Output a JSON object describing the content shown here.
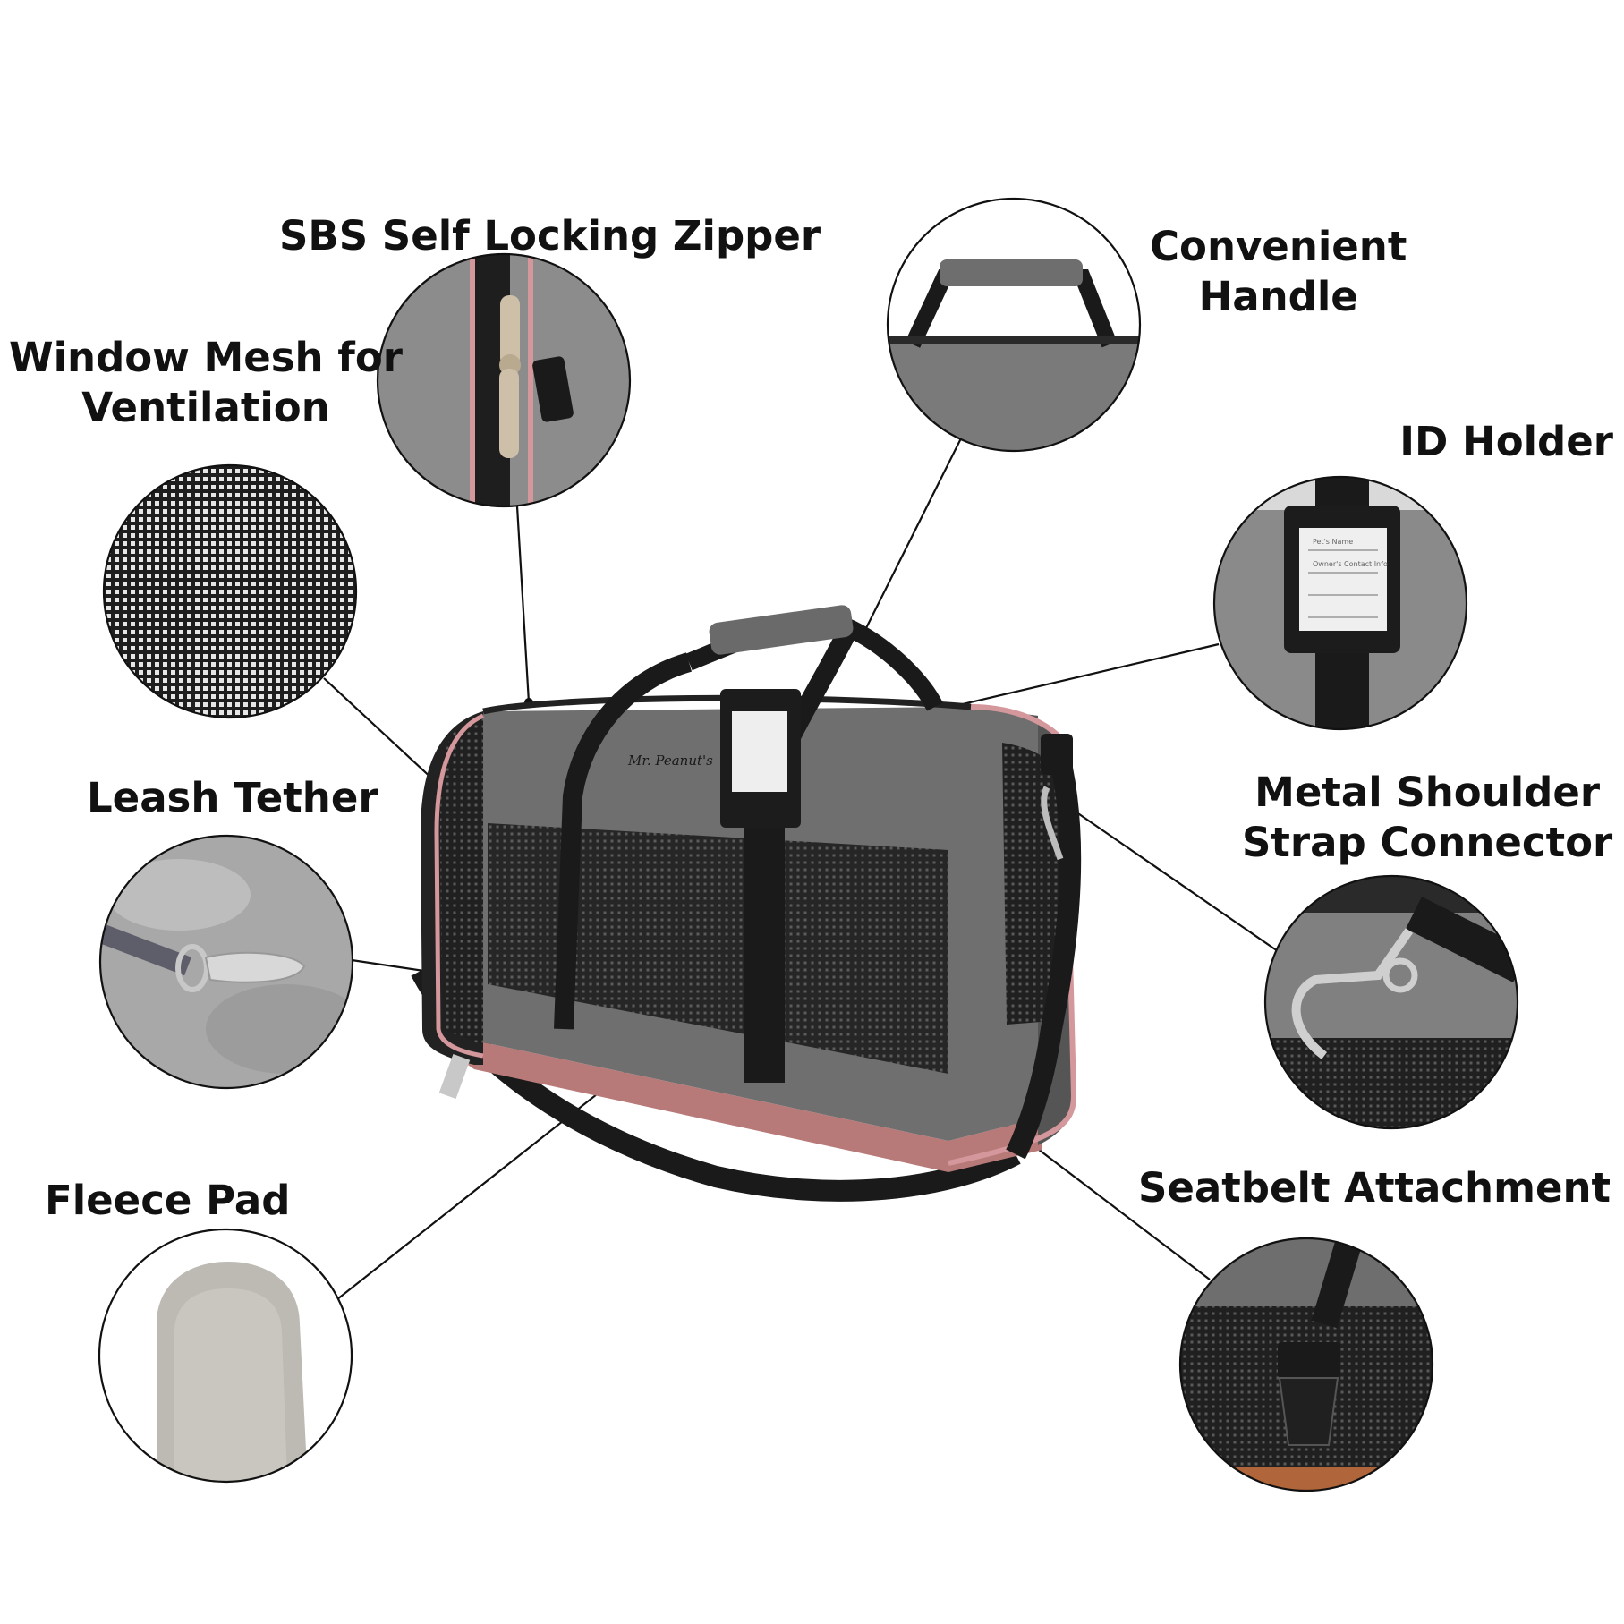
{
  "callouts": {
    "zipper": {
      "lines": [
        "SBS Self Locking Zipper"
      ]
    },
    "handle": {
      "lines": [
        "Convenient",
        "Handle"
      ]
    },
    "mesh": {
      "lines": [
        "Window Mesh for",
        "Ventilation"
      ]
    },
    "id_holder": {
      "lines": [
        "ID Holder"
      ]
    },
    "leash": {
      "lines": [
        "Leash Tether"
      ]
    },
    "shoulder": {
      "lines": [
        "Metal Shoulder",
        "Strap Connector"
      ]
    },
    "fleece": {
      "lines": [
        "Fleece Pad"
      ]
    },
    "seatbelt": {
      "lines": [
        "Seatbelt Attachment"
      ]
    }
  },
  "product": {
    "brand_logo": "Mr. Peanut's",
    "id_card_fields": [
      "Pet's Name",
      "Owner's Contact Info"
    ]
  },
  "colors": {
    "fabric_gray": "#6f6f6f",
    "trim_pink": "#d4979b",
    "mesh_black": "#1e1e1e",
    "line": "#111111"
  }
}
